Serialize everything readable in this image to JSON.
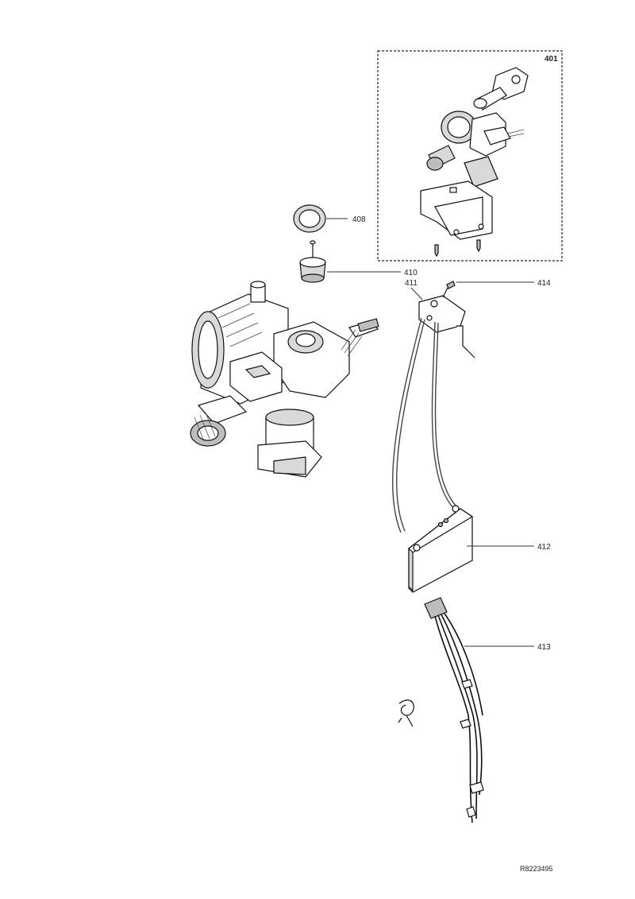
{
  "callouts": {
    "c401": "401",
    "c408": "408",
    "c410": "410",
    "c411": "411",
    "c412": "412",
    "c413": "413",
    "c414": "414"
  },
  "reference": "R8223495"
}
